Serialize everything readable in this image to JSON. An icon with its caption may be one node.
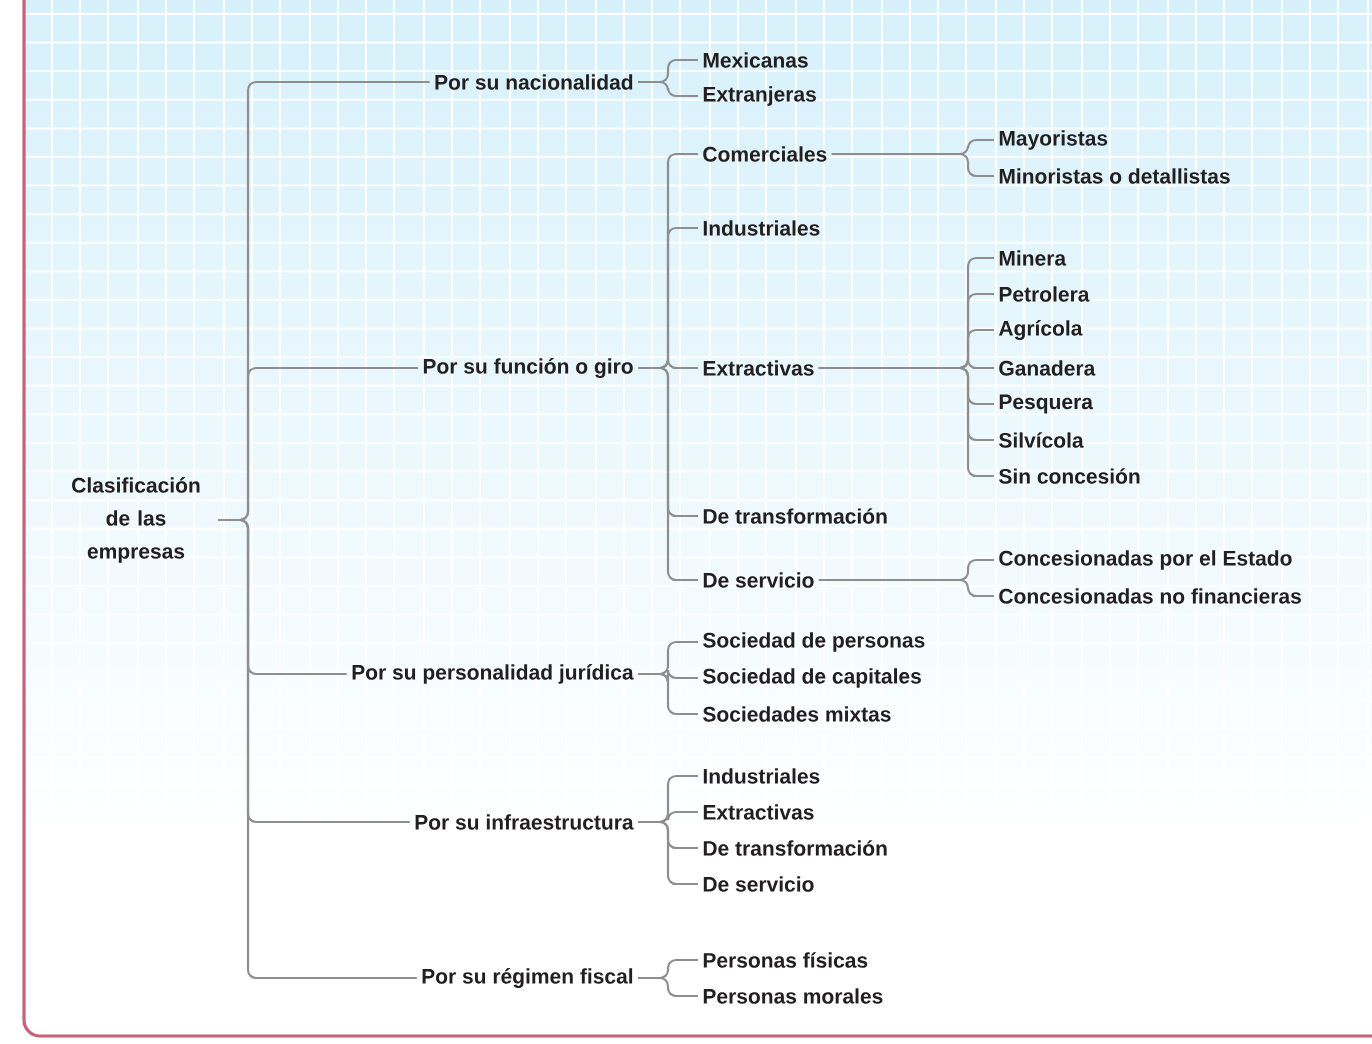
{
  "diagram": {
    "nodes": [
      {
        "text": [
          "Clasificación de las empresas"
        ]
      },
      {
        "text": [
          "Por su nacionalidad"
        ]
      },
      {
        "text": [
          "Mexicanas"
        ]
      },
      {
        "text": [
          "Extranjeras"
        ]
      },
      {
        "text": [
          "Por su función o giro"
        ]
      },
      {
        "text": [
          "Comerciales"
        ]
      },
      {
        "text": [
          "Mayoristas"
        ]
      },
      {
        "text": [
          "Minoristas o detallistas"
        ]
      },
      {
        "text": [
          "Industriales"
        ]
      },
      {
        "text": [
          "Extractivas"
        ]
      },
      {
        "text": [
          "Minera"
        ]
      },
      {
        "text": [
          "Petrolera"
        ]
      },
      {
        "text": [
          "Agrícola"
        ]
      },
      {
        "text": [
          "Ganadera"
        ]
      },
      {
        "text": [
          "Pesquera"
        ]
      },
      {
        "text": [
          "Silvícola"
        ]
      },
      {
        "text": [
          "Sin concesión"
        ]
      },
      {
        "text": [
          "De transformación"
        ]
      },
      {
        "text": [
          "De servicio"
        ]
      },
      {
        "text": [
          "Concesionadas por el Estado"
        ]
      },
      {
        "text": [
          "Concesionadas no financieras"
        ]
      },
      {
        "text": [
          "Por su personalidad jurídica"
        ]
      },
      {
        "text": [
          "Sociedad de personas"
        ]
      },
      {
        "text": [
          "Sociedad de capitales"
        ]
      },
      {
        "text": [
          "Sociedades mixtas"
        ]
      },
      {
        "text": [
          "Por su infraestructura"
        ]
      },
      {
        "text": [
          "Industriales"
        ]
      },
      {
        "text": [
          "Extractivas"
        ]
      },
      {
        "text": [
          "De transformación"
        ]
      },
      {
        "text": [
          "De servicio"
        ]
      },
      {
        "text": [
          "Por su régimen fiscal"
        ]
      },
      {
        "text": [
          "Personas físicas"
        ]
      },
      {
        "text": [
          "Personas morales"
        ]
      }
    ],
    "edges": [
      {
        "from": 0,
        "to": 1,
        "arrow": "none"
      },
      {
        "from": 0,
        "to": 4,
        "arrow": "none"
      },
      {
        "from": 0,
        "to": 21,
        "arrow": "none"
      },
      {
        "from": 0,
        "to": 25,
        "arrow": "none"
      },
      {
        "from": 0,
        "to": 30,
        "arrow": "none"
      },
      {
        "from": 1,
        "to": 2,
        "arrow": "none"
      },
      {
        "from": 1,
        "to": 3,
        "arrow": "none"
      },
      {
        "from": 4,
        "to": 5,
        "arrow": "none"
      },
      {
        "from": 4,
        "to": 8,
        "arrow": "none"
      },
      {
        "from": 4,
        "to": 9,
        "arrow": "none"
      },
      {
        "from": 4,
        "to": 17,
        "arrow": "none"
      },
      {
        "from": 4,
        "to": 18,
        "arrow": "none"
      },
      {
        "from": 5,
        "to": 6,
        "arrow": "none"
      },
      {
        "from": 5,
        "to": 7,
        "arrow": "none"
      },
      {
        "from": 9,
        "to": 10,
        "arrow": "none"
      },
      {
        "from": 9,
        "to": 11,
        "arrow": "none"
      },
      {
        "from": 9,
        "to": 12,
        "arrow": "none"
      },
      {
        "from": 9,
        "to": 13,
        "arrow": "none"
      },
      {
        "from": 9,
        "to": 14,
        "arrow": "none"
      },
      {
        "from": 9,
        "to": 15,
        "arrow": "none"
      },
      {
        "from": 9,
        "to": 16,
        "arrow": "none"
      },
      {
        "from": 18,
        "to": 19,
        "arrow": "none"
      },
      {
        "from": 18,
        "to": 20,
        "arrow": "none"
      },
      {
        "from": 21,
        "to": 22,
        "arrow": "none"
      },
      {
        "from": 21,
        "to": 23,
        "arrow": "none"
      },
      {
        "from": 21,
        "to": 24,
        "arrow": "none"
      },
      {
        "from": 25,
        "to": 26,
        "arrow": "none"
      },
      {
        "from": 25,
        "to": 27,
        "arrow": "none"
      },
      {
        "from": 25,
        "to": 28,
        "arrow": "none"
      },
      {
        "from": 25,
        "to": 29,
        "arrow": "none"
      },
      {
        "from": 30,
        "to": 31,
        "arrow": "none"
      },
      {
        "from": 30,
        "to": 32,
        "arrow": "none"
      }
    ]
  }
}
